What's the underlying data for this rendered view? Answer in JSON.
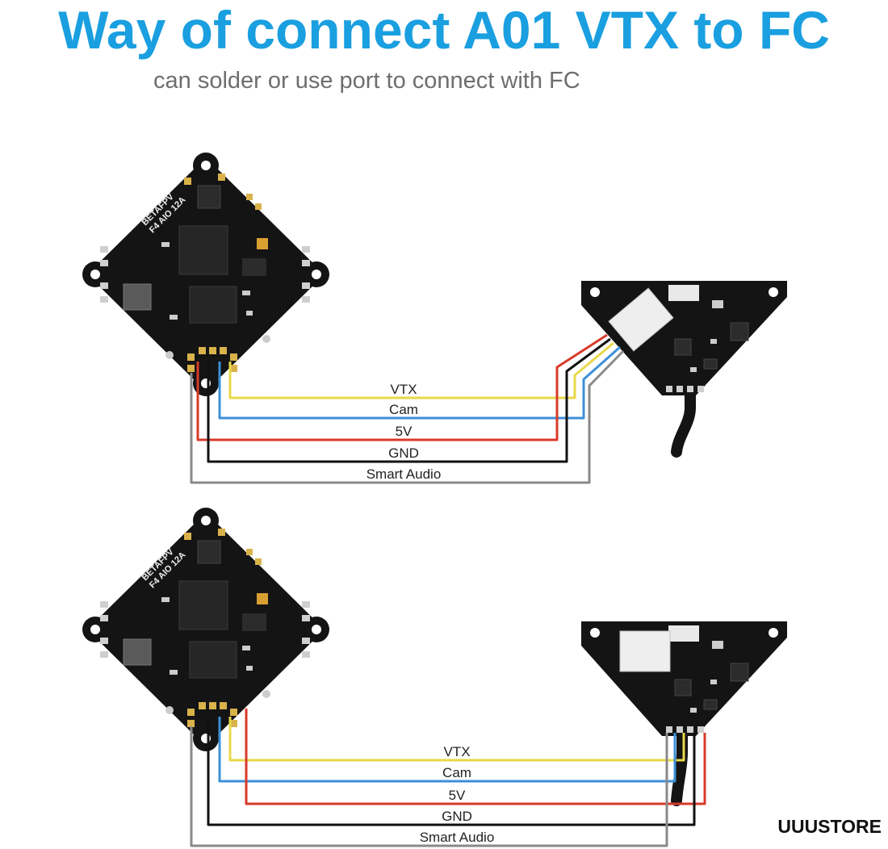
{
  "title": "Way of connect A01 VTX to FC",
  "subtitle": "can solder or use port to connect with FC",
  "brand": "UUUSTORE",
  "board_silk": {
    "line1": "BETAFPV",
    "line2": "F4 AIO 12A"
  },
  "wire_labels": [
    "VTX",
    "Cam",
    "5V",
    "GND",
    "Smart Audio"
  ],
  "wire_colors": {
    "vtx": "#e8d84a",
    "cam": "#3d8fd8",
    "v5": "#d83a2a",
    "gnd": "#111111",
    "audio": "#8a8a8a"
  },
  "colors": {
    "title": "#1a9fe0",
    "pcb": "#141414"
  }
}
